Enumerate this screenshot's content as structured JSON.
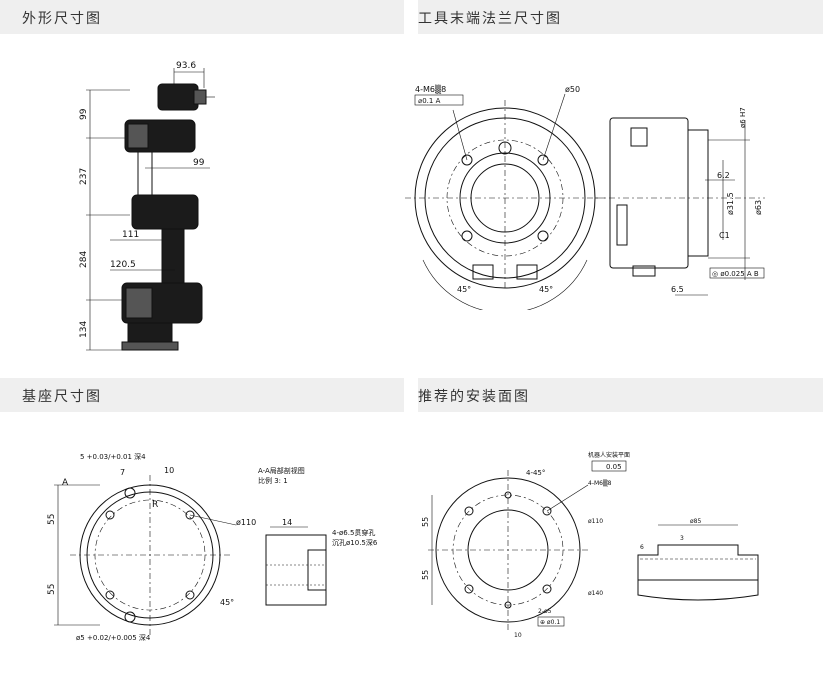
{
  "sections": {
    "external": "外形尺寸图",
    "flange": "工具末端法兰尺寸图",
    "base": "基座尺寸图",
    "mount": "推荐的安装面图"
  },
  "external_dims": [
    "93.6",
    "99",
    "237",
    "99",
    "111",
    "284",
    "120.5",
    "134"
  ],
  "flange_dims": {
    "thread_callout": "4-M6▒8",
    "tolerance_a": "⌀0.1 A",
    "phi50": "ø50",
    "angle1": "45°",
    "angle2": "45°",
    "phi6": "ø6 H7",
    "depth6": "6.2",
    "phi315": "ø31.5",
    "phi63": "ø63",
    "c1": "C1",
    "dim65": "6.5",
    "tolerance_ab": "◎ ø0.025 A B"
  },
  "base_dims": {
    "pin_top": "5 +0.03/+0.01 深4",
    "pin_bottom": "ø5 +0.02/+0.005 深4",
    "dim7": "7",
    "dim10": "10",
    "a_label": "A",
    "r_label": "R",
    "h55a": "55",
    "h55b": "55",
    "phi110": "ø110",
    "angle": "45°",
    "section_title": "A-A局部剖视图",
    "section_scale": "比例 3: 1",
    "dim14": "14",
    "hole_callout1": "4-ø6.5贯穿孔",
    "hole_callout2": "沉孔ø10.5深6"
  },
  "mount_dims": {
    "flatness_title": "机器人安装平面",
    "flatness": "0.05",
    "angle": "4-45°",
    "m6": "4-M6▒8",
    "phi110": "ø110",
    "phi140": "ø140",
    "h55a": "55",
    "h55b": "55",
    "dim10": "10",
    "pin": "2-ø5",
    "pin_tol": "⊕ ø0.1",
    "phi85": "ø85",
    "dim3": "3",
    "dim6": "6"
  }
}
